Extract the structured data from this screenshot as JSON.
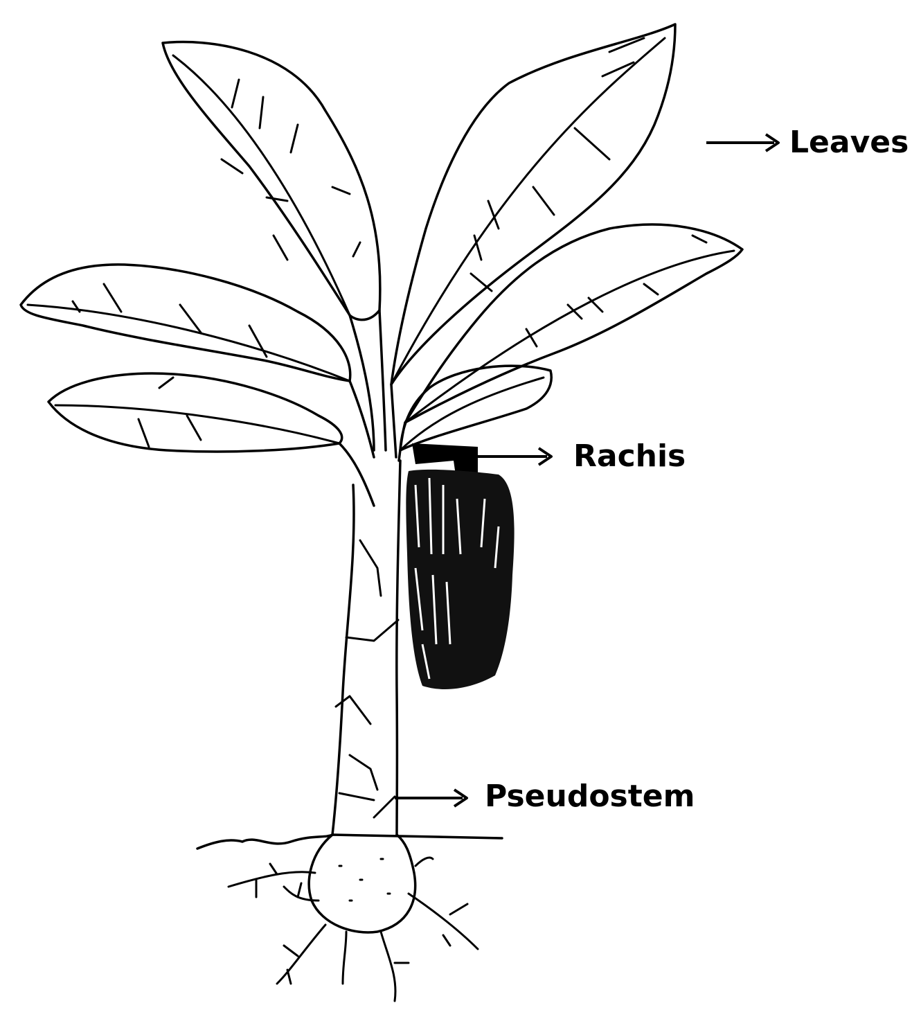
{
  "labels": {
    "leaves": "Leaves",
    "rachis": "Rachis",
    "pseudostem": "Pseudostem"
  },
  "colors": {
    "ink": "#000000",
    "background": "#ffffff"
  }
}
